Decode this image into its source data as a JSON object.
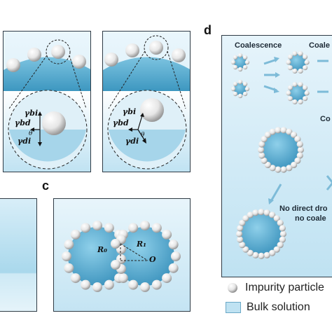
{
  "panel_labels": {
    "c": "c",
    "d": "d"
  },
  "panel_b": {
    "left": {
      "gamma_bi": "γbi",
      "gamma_bd": "γbd",
      "gamma_di": "γdi",
      "theta": "θ"
    },
    "right": {
      "gamma_bi": "γbi",
      "gamma_bd": "γbd",
      "gamma_di": "γdi",
      "theta": "θ"
    }
  },
  "panel_c": {
    "r0": "R₀",
    "r1": "R₁",
    "o": "O"
  },
  "panel_d": {
    "coalescence_1": "Coalescence",
    "coalescence_2": "Coale",
    "coalescence_3": "Co",
    "no_direct_1": "No direct dro",
    "no_direct_2": "no coale"
  },
  "legend": {
    "impurity": "Impurity particle",
    "bulk": "Bulk solution"
  },
  "colors": {
    "droplet": "#4aa3c8",
    "bulk": "#bfe2f2",
    "particle": "#f2f2f2",
    "frame": "#2f3b45"
  }
}
